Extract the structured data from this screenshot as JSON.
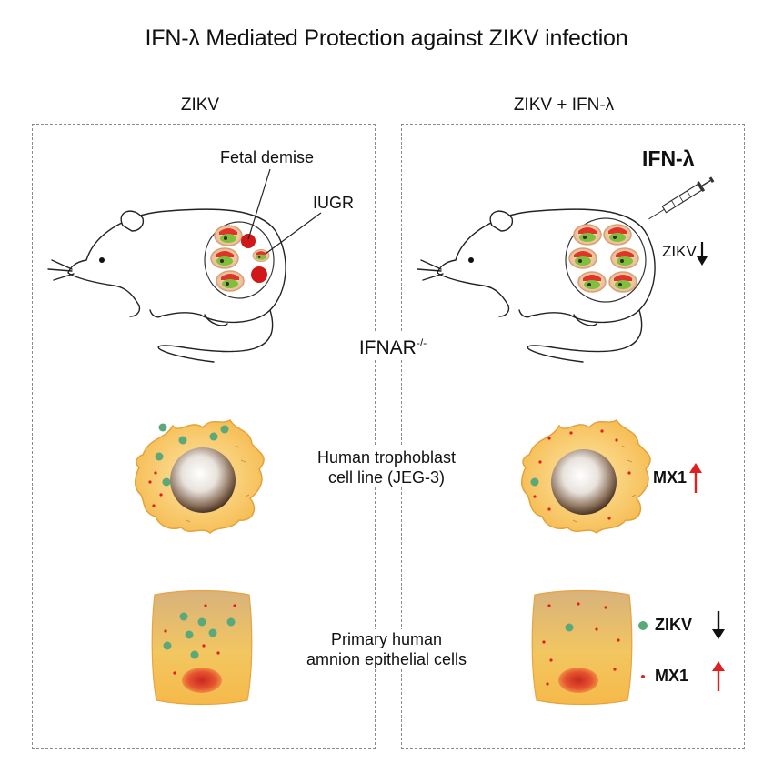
{
  "title": "IFN-λ Mediated Protection against ZIKV infection",
  "panels": {
    "left_heading": "ZIKV",
    "right_heading": "ZIKV + IFN-λ"
  },
  "mouse": {
    "fetal_demise_label": "Fetal demise",
    "iugr_label": "IUGR",
    "model_label": "IFNAR",
    "model_superscript": "-/-",
    "treatment_label": "IFN-λ",
    "zikv_label": "ZIKV"
  },
  "cells": {
    "trophoblast_line1": "Human  trophoblast",
    "trophoblast_line2": "cell line (JEG-3)",
    "amnion_line1": "Primary human",
    "amnion_line2": "amnion epithelial cells",
    "mx1_label": "MX1"
  },
  "legend": {
    "zikv_label": "ZIKV",
    "mx1_label": "MX1"
  },
  "colors": {
    "zikv_dot": "#5aa97a",
    "mx1_dot": "#e02020",
    "up_arrow": "#e02020",
    "down_arrow": "#111111",
    "cell_fill": "#f6c04e"
  }
}
